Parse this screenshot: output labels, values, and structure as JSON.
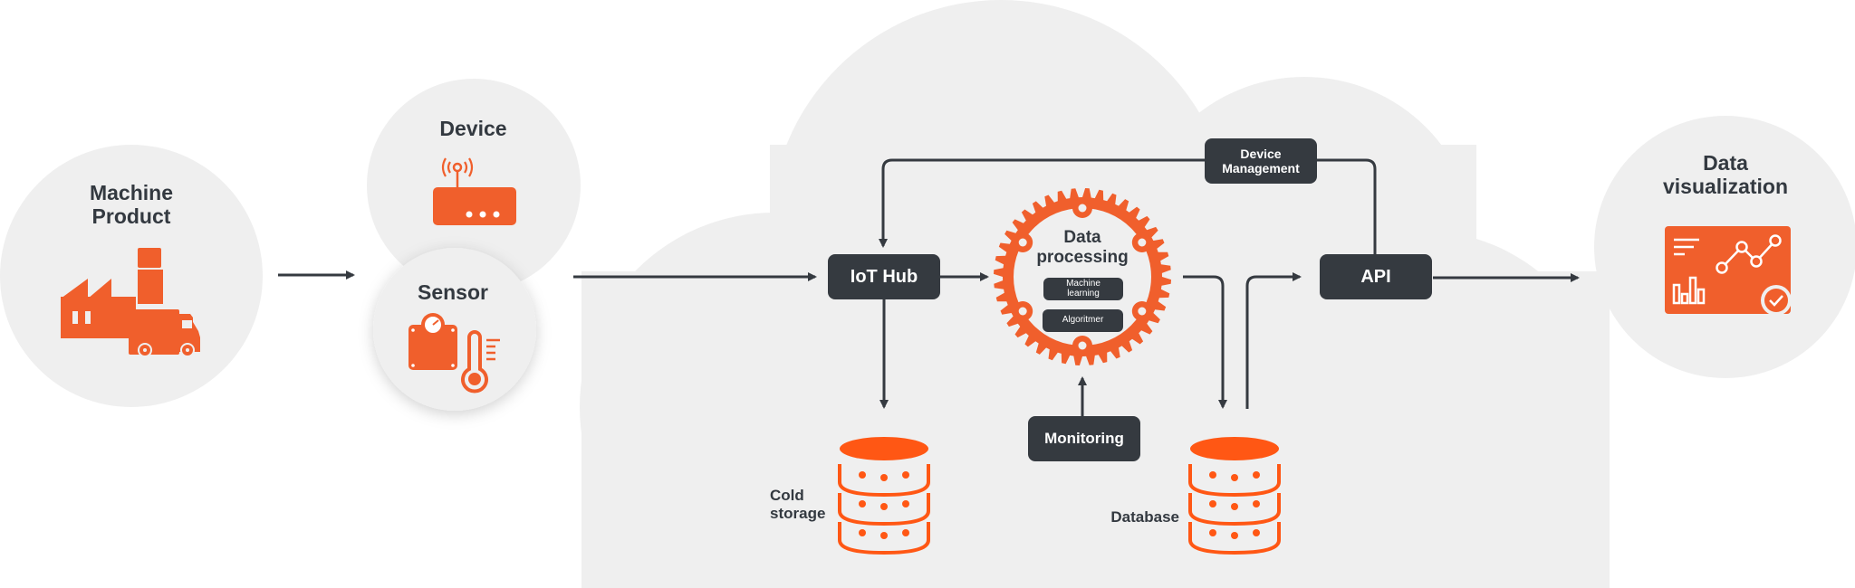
{
  "colors": {
    "accent": "#f05f2c",
    "accent_db": "#ff5714",
    "dark": "#353a40",
    "circle_bg": "#efefef",
    "cloud_bg": "#efefef",
    "text": "#333940"
  },
  "nodes": {
    "machine_product": {
      "label_line1": "Machine",
      "label_line2": "Product",
      "icon": "factory-truck-icon"
    },
    "device": {
      "label": "Device",
      "icon": "router-icon"
    },
    "sensor": {
      "label": "Sensor",
      "icon": "scale-thermometer-icon"
    },
    "data_visualization": {
      "label_line1": "Data",
      "label_line2": "visualization",
      "icon": "dashboard-chart-icon"
    }
  },
  "cloud": {
    "iot_hub": "IoT Hub",
    "data_processing": {
      "label_line1": "Data",
      "label_line2": "processing",
      "icon": "gear-icon",
      "machine_learning_line1": "Machine",
      "machine_learning_line2": "learning",
      "algorithm": "Algoritmer"
    },
    "device_management_line1": "Device",
    "device_management_line2": "Management",
    "api": "API",
    "monitoring": "Monitoring",
    "cold_storage_line1": "Cold",
    "cold_storage_line2": "storage",
    "database": "Database"
  },
  "edges": [
    {
      "from": "Machine Product",
      "to": "Device/Sensor"
    },
    {
      "from": "Device/Sensor",
      "to": "IoT Hub"
    },
    {
      "from": "IoT Hub",
      "to": "Data processing"
    },
    {
      "from": "IoT Hub",
      "to": "Cold storage"
    },
    {
      "from": "Data processing",
      "to": "Database"
    },
    {
      "from": "Database",
      "to": "API"
    },
    {
      "from": "Monitoring",
      "to": "Data processing"
    },
    {
      "from": "API",
      "to": "IoT Hub",
      "via": "Device Management"
    },
    {
      "from": "API",
      "to": "Data visualization"
    }
  ]
}
